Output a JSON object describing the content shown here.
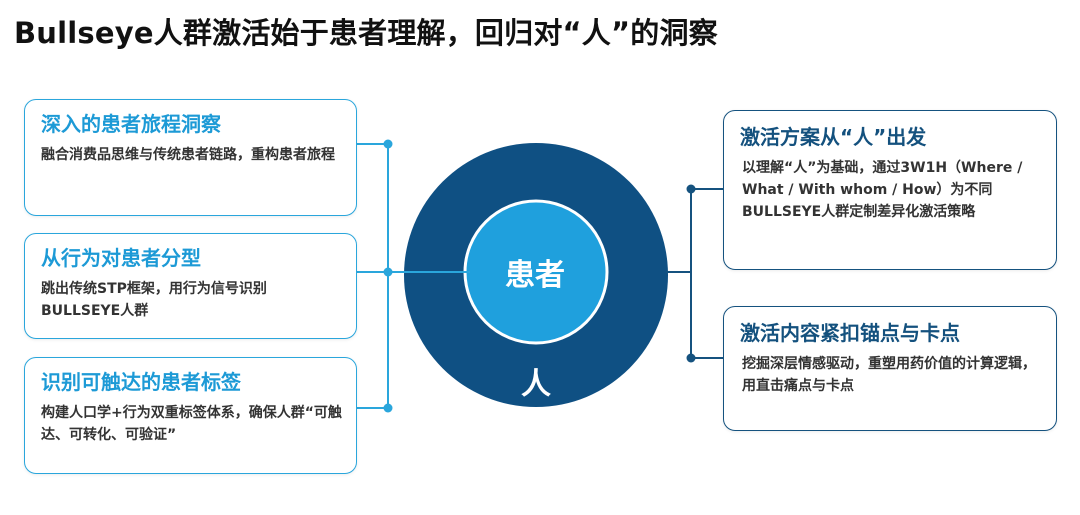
{
  "title": "Bullseye人群激活始于患者理解，回归对“人”的洞察",
  "diagram": {
    "inner_circle_label": "患者",
    "outer_circle_label": "人",
    "colors": {
      "outer_ring": "#0f5083",
      "inner_circle": "#1fa0dd",
      "left_accent": "#2aa6dc",
      "right_accent": "#15527f"
    }
  },
  "left_cards": [
    {
      "title": "深入的患者旅程洞察",
      "body": "融合消费品思维与传统患者链路，重构患者旅程"
    },
    {
      "title": "从行为对患者分型",
      "body": "跳出传统STP框架，用行为信号识别BULLSEYE人群"
    },
    {
      "title": "识别可触达的患者标签",
      "body": "构建人口学+行为双重标签体系，确保人群“可触达、可转化、可验证”"
    }
  ],
  "right_cards": [
    {
      "title": "激活方案从“人”出发",
      "body": "以理解“人”为基础，通过3W1H（Where / What / With whom / How）为不同BULLSEYE人群定制差异化激活策略"
    },
    {
      "title": "激活内容紧扣锚点与卡点",
      "body": "挖掘深层情感驱动，重塑用药价值的计算逻辑，用直击痛点与卡点"
    }
  ]
}
